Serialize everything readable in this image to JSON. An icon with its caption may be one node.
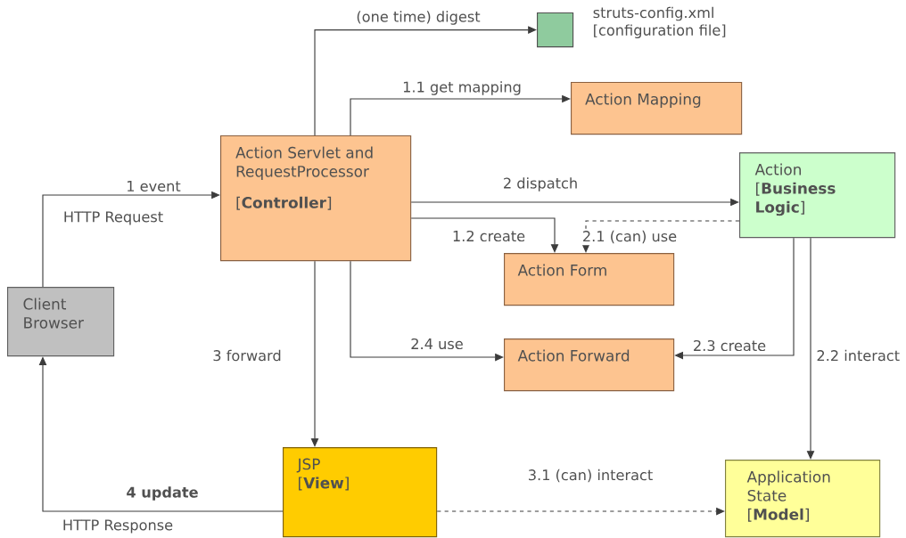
{
  "diagram": {
    "nodes": [
      {
        "text": [
          "Client Browser"
        ]
      },
      {
        "text": [
          "Action Servlet and RequestProcessor",
          "[**Controller**]"
        ]
      },
      {
        "text": [],
        "shape": "box",
        "beside": [
          "struts-config.xml [configuration file]"
        ]
      },
      {
        "text": [
          "Action Mapping"
        ]
      },
      {
        "text": [
          "Action",
          "[**Business Logic**]"
        ]
      },
      {
        "text": [
          "Action Form"
        ]
      },
      {
        "text": [
          "Action Forward"
        ]
      },
      {
        "text": [
          "JSP",
          "[**View**]"
        ]
      },
      {
        "text": [
          "Application State",
          "[**Model**]"
        ]
      }
    ],
    "edges": [
      {
        "from": 0,
        "to": 1,
        "arrow": "to",
        "label": "1 event"
      },
      {
        "from": 1,
        "to": 2,
        "arrow": "to",
        "label": "(one time) digest"
      },
      {
        "from": 1,
        "to": 3,
        "arrow": "to",
        "label": "1.1 get mapping"
      },
      {
        "from": 1,
        "to": 4,
        "arrow": "to",
        "label": "2 dispatch"
      },
      {
        "from": 1,
        "to": 5,
        "arrow": "to",
        "label": "1.2 create"
      },
      {
        "from": 4,
        "to": 5,
        "arrow": "to",
        "label": "2.1 (can) use",
        "style": "dashed"
      },
      {
        "from": 4,
        "to": 6,
        "arrow": "to",
        "label": "2.3 create"
      },
      {
        "from": 4,
        "to": 8,
        "arrow": "to",
        "label": "2.2 interact"
      },
      {
        "from": 1,
        "to": 6,
        "arrow": "to",
        "label": "2.4 use"
      },
      {
        "from": 1,
        "to": 7,
        "arrow": "to",
        "label": "3 forward"
      },
      {
        "from": 7,
        "to": 8,
        "arrow": "to",
        "label": "3.1 (can) interact",
        "style": "dashed"
      },
      {
        "from": 7,
        "to": 0,
        "arrow": "to",
        "label": "4 update"
      }
    ],
    "labels": [
      "HTTP Request",
      "HTTP Response"
    ]
  }
}
